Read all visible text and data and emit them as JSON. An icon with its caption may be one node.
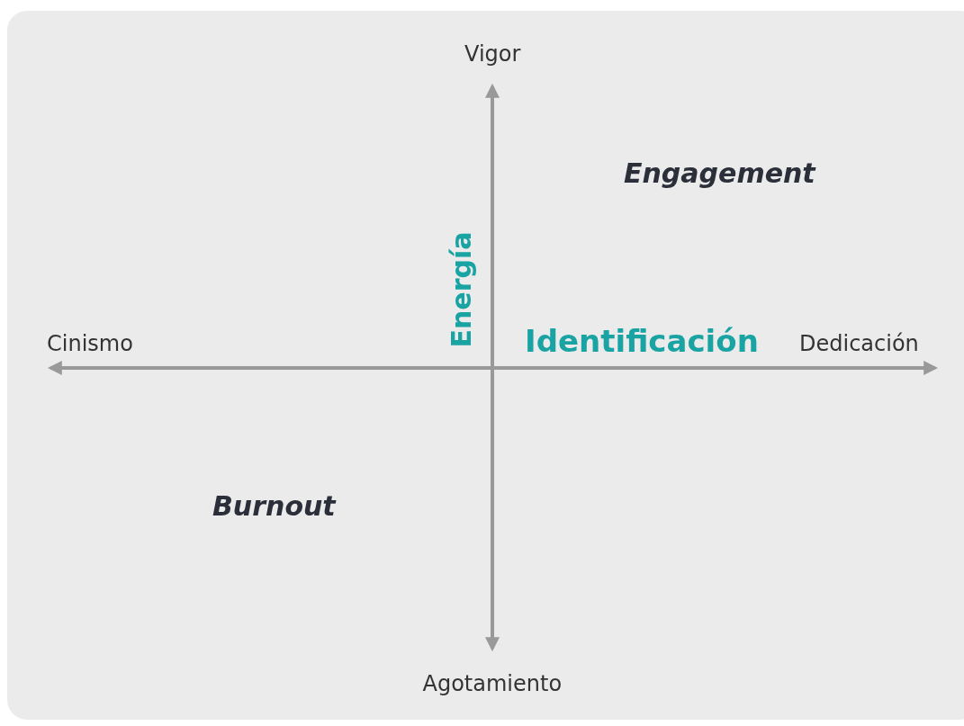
{
  "diagram": {
    "labels": [
      "Vigor",
      "Engagement",
      "Energía",
      "Cinismo",
      "Identificación",
      "Dedicación",
      "Burnout",
      "Agotamiento"
    ]
  }
}
